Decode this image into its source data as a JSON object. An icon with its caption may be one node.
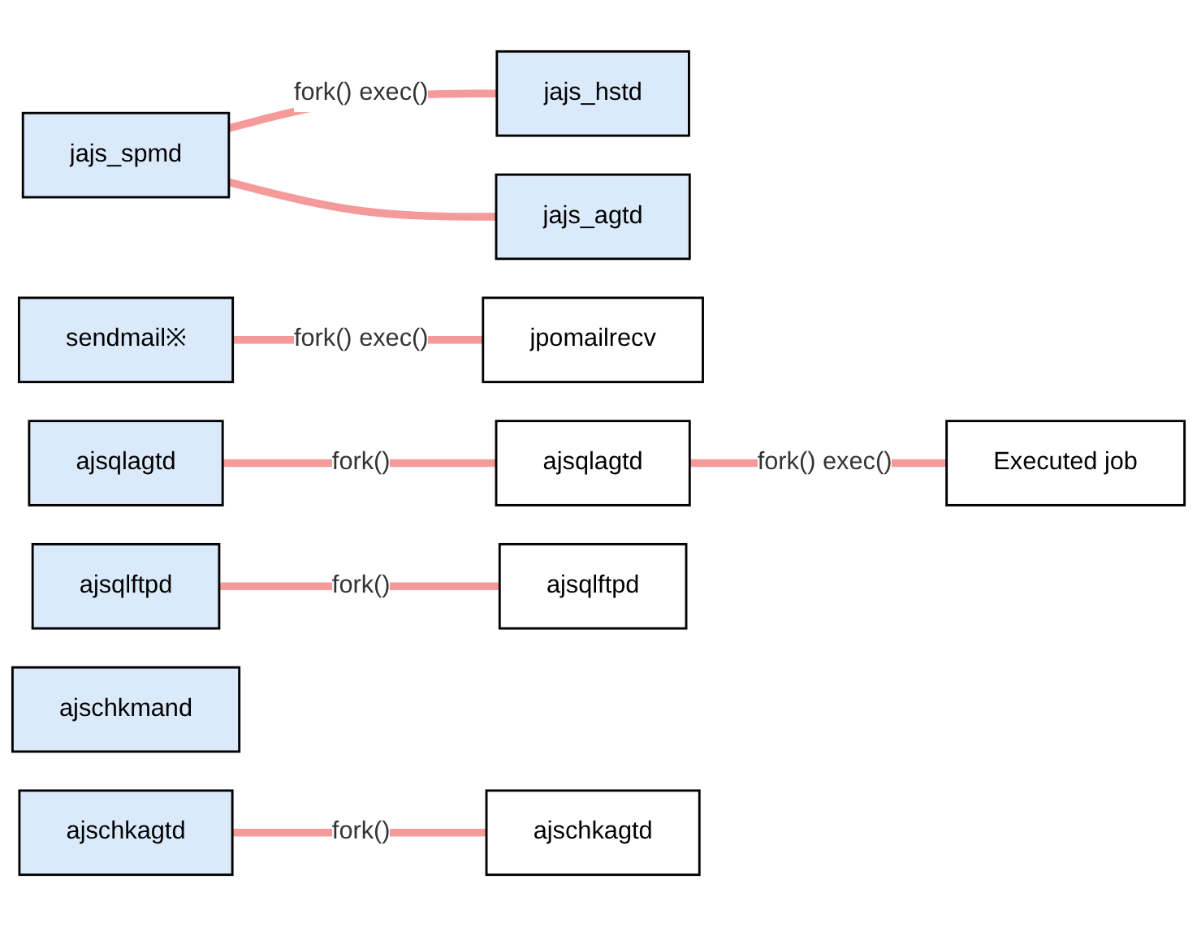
{
  "diagram": {
    "nodes": [
      {
        "text": [
          "jajs_spmd"
        ]
      },
      {
        "text": [
          "jajs_hstd"
        ]
      },
      {
        "text": [
          "jajs_agtd"
        ]
      },
      {
        "text": [
          "sendmail※"
        ]
      },
      {
        "text": [
          "jpomailrecv"
        ]
      },
      {
        "text": [
          "ajsqlagtd"
        ]
      },
      {
        "text": [
          "ajsqlagtd"
        ]
      },
      {
        "text": [
          "Executed job"
        ]
      },
      {
        "text": [
          "ajsqlftpd"
        ]
      },
      {
        "text": [
          "ajsqlftpd"
        ]
      },
      {
        "text": [
          "ajschkmand"
        ]
      },
      {
        "text": [
          "ajschkagtd"
        ]
      },
      {
        "text": [
          "ajschkagtd"
        ]
      }
    ],
    "edges": [
      {
        "from": 0,
        "to": 1,
        "arrow": "none",
        "label": "fork() exec()"
      },
      {
        "from": 0,
        "to": 2,
        "arrow": "none"
      },
      {
        "from": 3,
        "to": 4,
        "arrow": "none",
        "label": "fork() exec()"
      },
      {
        "from": 5,
        "to": 6,
        "arrow": "none",
        "label": "fork()"
      },
      {
        "from": 6,
        "to": 7,
        "arrow": "none",
        "label": "fork() exec()"
      },
      {
        "from": 8,
        "to": 9,
        "arrow": "none",
        "label": "fork()"
      },
      {
        "from": 11,
        "to": 12,
        "arrow": "none",
        "label": "fork()"
      }
    ]
  }
}
